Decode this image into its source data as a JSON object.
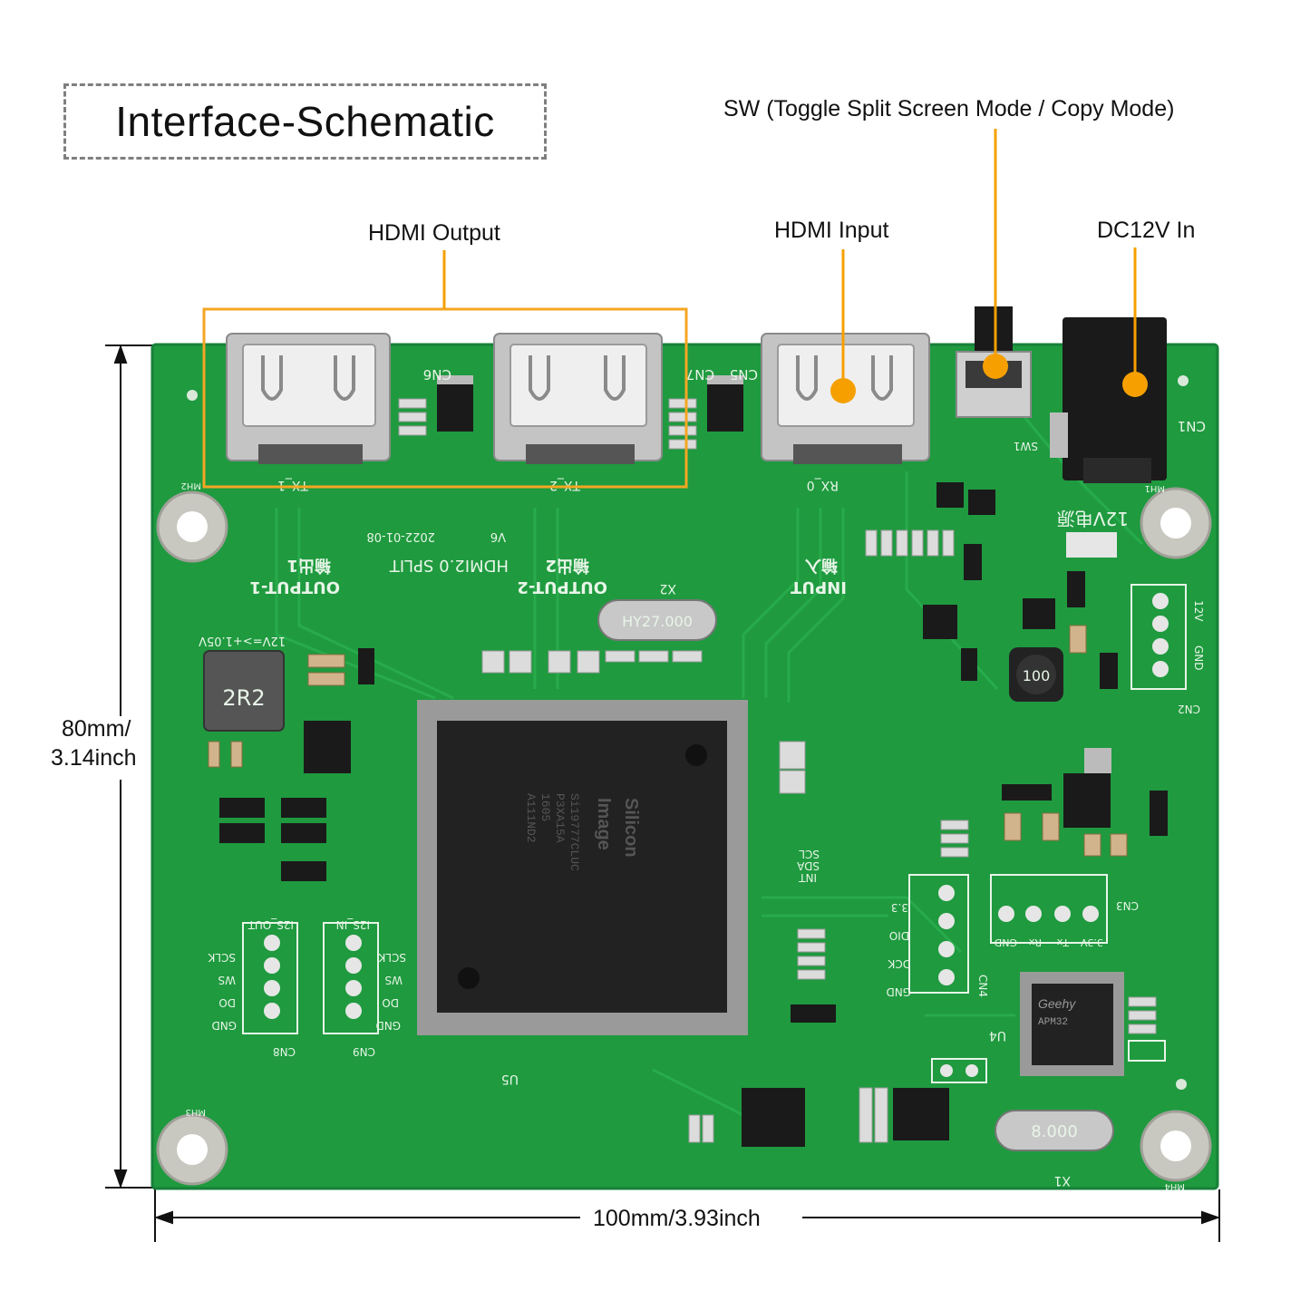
{
  "title": "Interface-Schematic",
  "callouts": {
    "sw": "SW (Toggle Split Screen Mode / Copy Mode)",
    "hdmi_output": "HDMI Output",
    "hdmi_input": "HDMI Input",
    "dc_in": "DC12V In"
  },
  "dimensions": {
    "height_line1": "80mm/",
    "height_line2": "3.14inch",
    "width": "100mm/3.93inch"
  },
  "board_silkscreen": {
    "connectors": [
      "CN6",
      "CN7",
      "CN5",
      "CN1",
      "SW1",
      "CN2",
      "CN3",
      "CN4",
      "CN8",
      "CN9"
    ],
    "tx1": "TX_1",
    "tx2": "TX_2",
    "rx0": "RX_0",
    "output1": "OUTPUT-1",
    "output1_cn": "输出1",
    "output2": "OUTPUT-2",
    "output2_cn": "输出2",
    "input": "INPUT",
    "input_cn": "输入",
    "product": "HDMI2.0 SPLIT",
    "version": "V6",
    "date": "2022-01-08",
    "power_cn": "12V电源",
    "regulator": "12V=>+1.05V",
    "crystal_x2": "X2",
    "crystal_x2_mark": "HY27.000",
    "crystal_x1": "X1",
    "crystal_x1_mark": "8.000",
    "inductor_l1": "2R2",
    "inductor_l2": "100",
    "chip_brand_1": "Silicon",
    "chip_brand_2": "Image",
    "chip_part": "Si19777CLUC",
    "chip_line2": "P3XA15A",
    "chip_line3": "1605",
    "chip_line4": "A111ND2",
    "chip_ref": "U5",
    "mcu_brand": "Geehy",
    "mcu_part": "APM32",
    "mcu_ref": "U4",
    "i2s_out": "I2S_OUT",
    "i2s_in": "I2S_IN",
    "i2s_pins": [
      "SCLK",
      "WS",
      "DO",
      "GND"
    ],
    "cn2_pins": [
      "12V",
      "GND"
    ],
    "cn3_pins": [
      "GND",
      "Rx",
      "Tx",
      "3.3V"
    ],
    "cn4_pins": [
      "3.3",
      "DIO",
      "DCK",
      "GND"
    ],
    "i2c_pins": [
      "SCL",
      "SDA",
      "INT"
    ],
    "mount_holes": [
      "MH1",
      "MH2",
      "MH3",
      "MH4"
    ]
  },
  "colors": {
    "pcb": "#1f9a3f",
    "callout_line": "#f5a000",
    "highlight": "#f5a623",
    "silk": "#e8f5e8"
  }
}
